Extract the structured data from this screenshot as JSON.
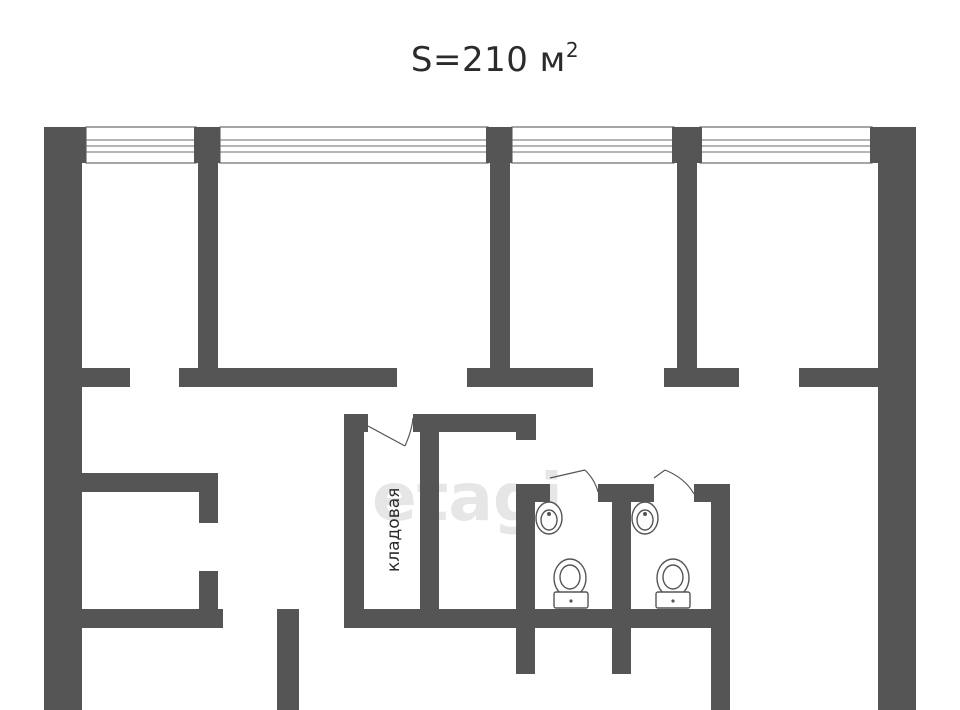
{
  "title": {
    "text": "S=210 м",
    "superscript": "2"
  },
  "rooms": [
    {
      "label": "кладовая"
    }
  ],
  "watermark": "etagi",
  "colors": {
    "wall": "#555555",
    "text": "#2b2b2b",
    "background": "#ffffff"
  }
}
